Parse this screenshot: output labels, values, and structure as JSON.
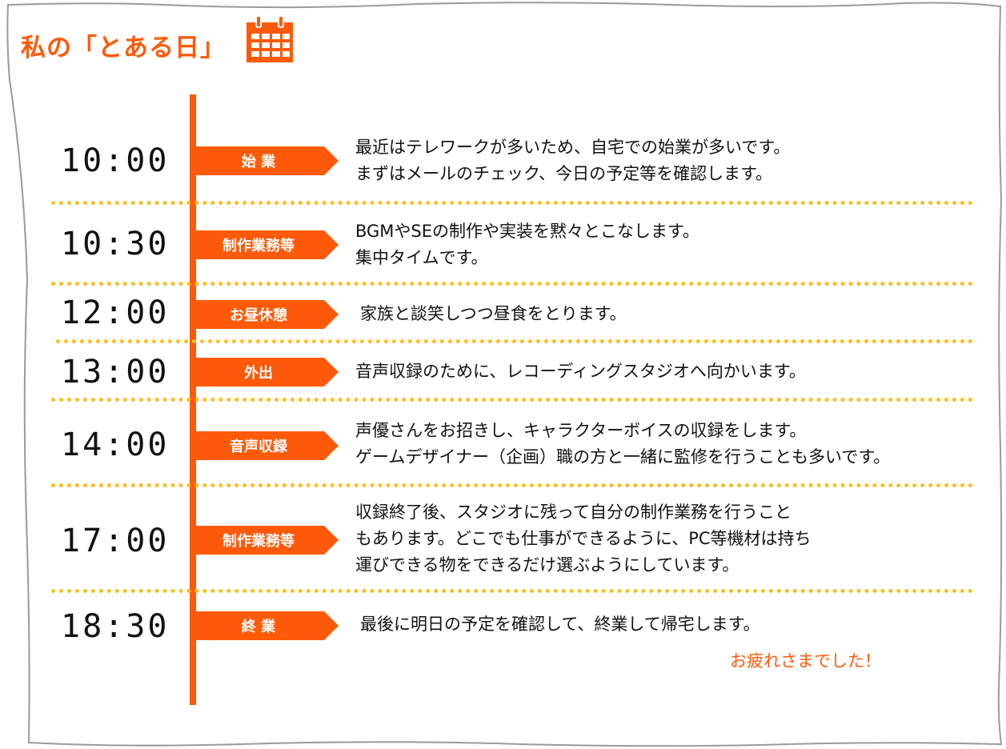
{
  "title": "私の「とある日」",
  "icons": {
    "calendar": "calendar-icon"
  },
  "colors": {
    "accent": "#ff5a0a",
    "dots": "#ffbd1a"
  },
  "entries": [
    {
      "time": "10:00",
      "tag": "始 業",
      "lines": [
        "最近はテレワークが多いため、自宅での始業が多いです。",
        "まずはメールのチェック、今日の予定等を確認します。"
      ]
    },
    {
      "time": "10:30",
      "tag": "制作業務等",
      "lines": [
        "BGMやSEの制作や実装を黙々とこなします。",
        "集中タイムです。"
      ]
    },
    {
      "time": "12:00",
      "tag": "お昼休憩",
      "lines": [
        "家族と談笑しつつ昼食をとります。"
      ]
    },
    {
      "time": "13:00",
      "tag": "外出",
      "lines": [
        "音声収録のために、レコーディングスタジオへ向かいます。"
      ]
    },
    {
      "time": "14:00",
      "tag": "音声収録",
      "lines": [
        "声優さんをお招きし、キャラクターボイスの収録をします。",
        "ゲームデザイナー（企画）職の方と一緒に監修を行うことも多いです。"
      ]
    },
    {
      "time": "17:00",
      "tag": "制作業務等",
      "lines": [
        "収録終了後、スタジオに残って自分の制作業務を行うこと",
        "もあります。どこでも仕事ができるように、PC等機材は持ち",
        "運びできる物をできるだけ選ぶようにしています。"
      ]
    },
    {
      "time": "18:30",
      "tag": "終 業",
      "lines": [
        "最後に明日の予定を確認して、終業して帰宅します。"
      ]
    }
  ],
  "closing": "お疲れさまでした！"
}
